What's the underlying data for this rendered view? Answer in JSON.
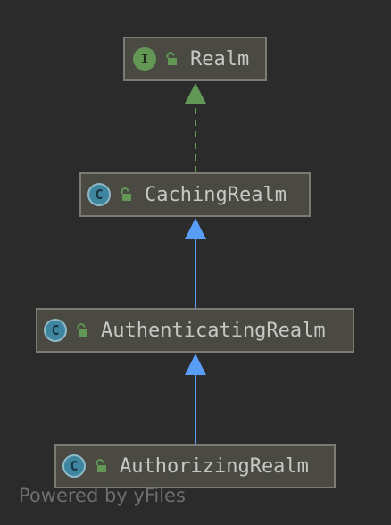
{
  "diagram": {
    "nodes": [
      {
        "id": "realm",
        "kind": "interface",
        "kind_letter": "I",
        "label": "Realm",
        "access": "public"
      },
      {
        "id": "caching-realm",
        "kind": "class",
        "kind_letter": "C",
        "label": "CachingRealm",
        "access": "public"
      },
      {
        "id": "authenticating-realm",
        "kind": "class",
        "kind_letter": "C",
        "label": "AuthenticatingRealm",
        "access": "public"
      },
      {
        "id": "authorizing-realm",
        "kind": "class",
        "kind_letter": "C",
        "label": "AuthorizingRealm",
        "access": "public"
      }
    ],
    "edges": [
      {
        "from": "caching-realm",
        "to": "realm",
        "relation": "implements",
        "style": "dashed",
        "color": "#629755"
      },
      {
        "from": "authenticating-realm",
        "to": "caching-realm",
        "relation": "extends",
        "style": "solid",
        "color": "#589df6"
      },
      {
        "from": "authorizing-realm",
        "to": "authenticating-realm",
        "relation": "extends",
        "style": "solid",
        "color": "#589df6"
      }
    ],
    "colors": {
      "background": "#2b2b2b",
      "node_fill": "#4a4942",
      "node_border": "#7c7b73",
      "interface_icon": "#629755",
      "class_icon": "#3e86a0",
      "lock_icon": "#629755"
    }
  },
  "footer": {
    "watermark": "Powered by yFiles"
  }
}
